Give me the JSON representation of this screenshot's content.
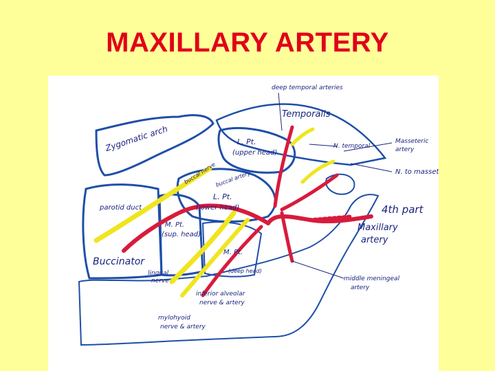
{
  "slide": {
    "title": "MAXILLARY ARTERY"
  },
  "colors": {
    "background": "#ffff99",
    "title": "#e0001b",
    "outline": "#1e4fa8",
    "artery": "#d81b3c",
    "nerve": "#f0e51e",
    "label_ink": "#1a237e"
  },
  "labels": {
    "deep_temporal_arteries": "deep temporal arteries",
    "temporalis": "Temporalis",
    "zygomatic_arch": "Zygomatic arch",
    "n_temporal": "N. temporal",
    "masseteric_artery_1": "Masseteric",
    "masseteric_artery_2": "artery",
    "l_pt_upper_1": "L. Pt.",
    "l_pt_upper_2": "(upper head)",
    "n_masseter": "N. to masseter",
    "buccal_nerve": "buccal nerve",
    "buccal_artery": "buccal artery",
    "l_pt_lower_1": "L. Pt.",
    "l_pt_lower_2": "(lower head)",
    "parotid_duct": "parotid duct",
    "fourth_part": "4th part",
    "maxillary_artery_1": "Maxillary",
    "maxillary_artery_2": "artery",
    "m_pt_sup_1": "M. Pt.",
    "m_pt_sup_2": "(sup. head)",
    "m_pt_deep_1": "M. Pt.",
    "m_pt_deep_2": "(deep head)",
    "buccinator": "Buccinator",
    "lingual_nerve_1": "lingual",
    "lingual_nerve_2": "nerve",
    "middle_meningeal_1": "middle meningeal",
    "middle_meningeal_2": "artery",
    "inferior_alveolar_1": "inferior alveolar",
    "inferior_alveolar_2": "nerve & artery",
    "mylohyoid_1": "mylohyoid",
    "mylohyoid_2": "nerve & artery"
  }
}
